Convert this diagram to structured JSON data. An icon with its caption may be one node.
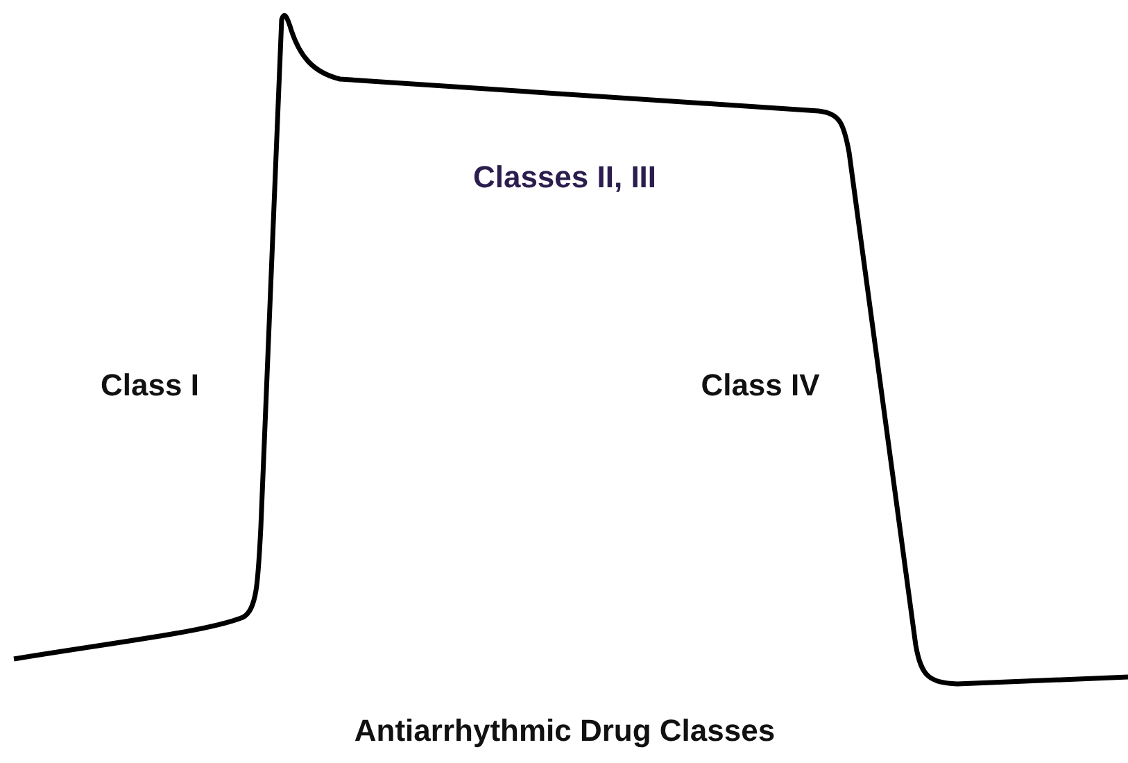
{
  "diagram": {
    "caption": "Antiarrhythmic Drug Classes",
    "labels": [
      "Classes II, III",
      "Class I",
      "Class IV"
    ]
  }
}
